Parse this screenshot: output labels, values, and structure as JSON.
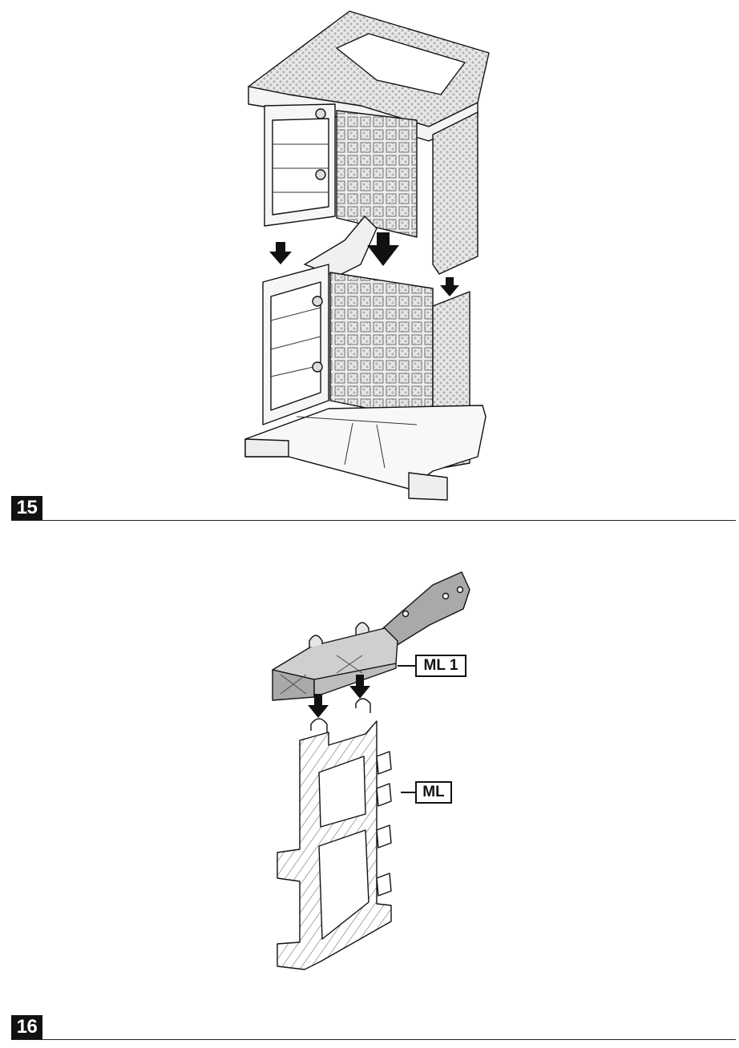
{
  "steps": [
    {
      "number": "15"
    },
    {
      "number": "16"
    }
  ],
  "part_labels": {
    "ml1": "ML 1",
    "ml": "ML"
  },
  "colors": {
    "ink": "#111111",
    "panel_fill": "#f2f2f2",
    "wicker_fill": "#e4e4e4",
    "part_shaded": "#a9a9a9"
  },
  "icons": {
    "assembly_arrow": "arrow-down-icon"
  }
}
